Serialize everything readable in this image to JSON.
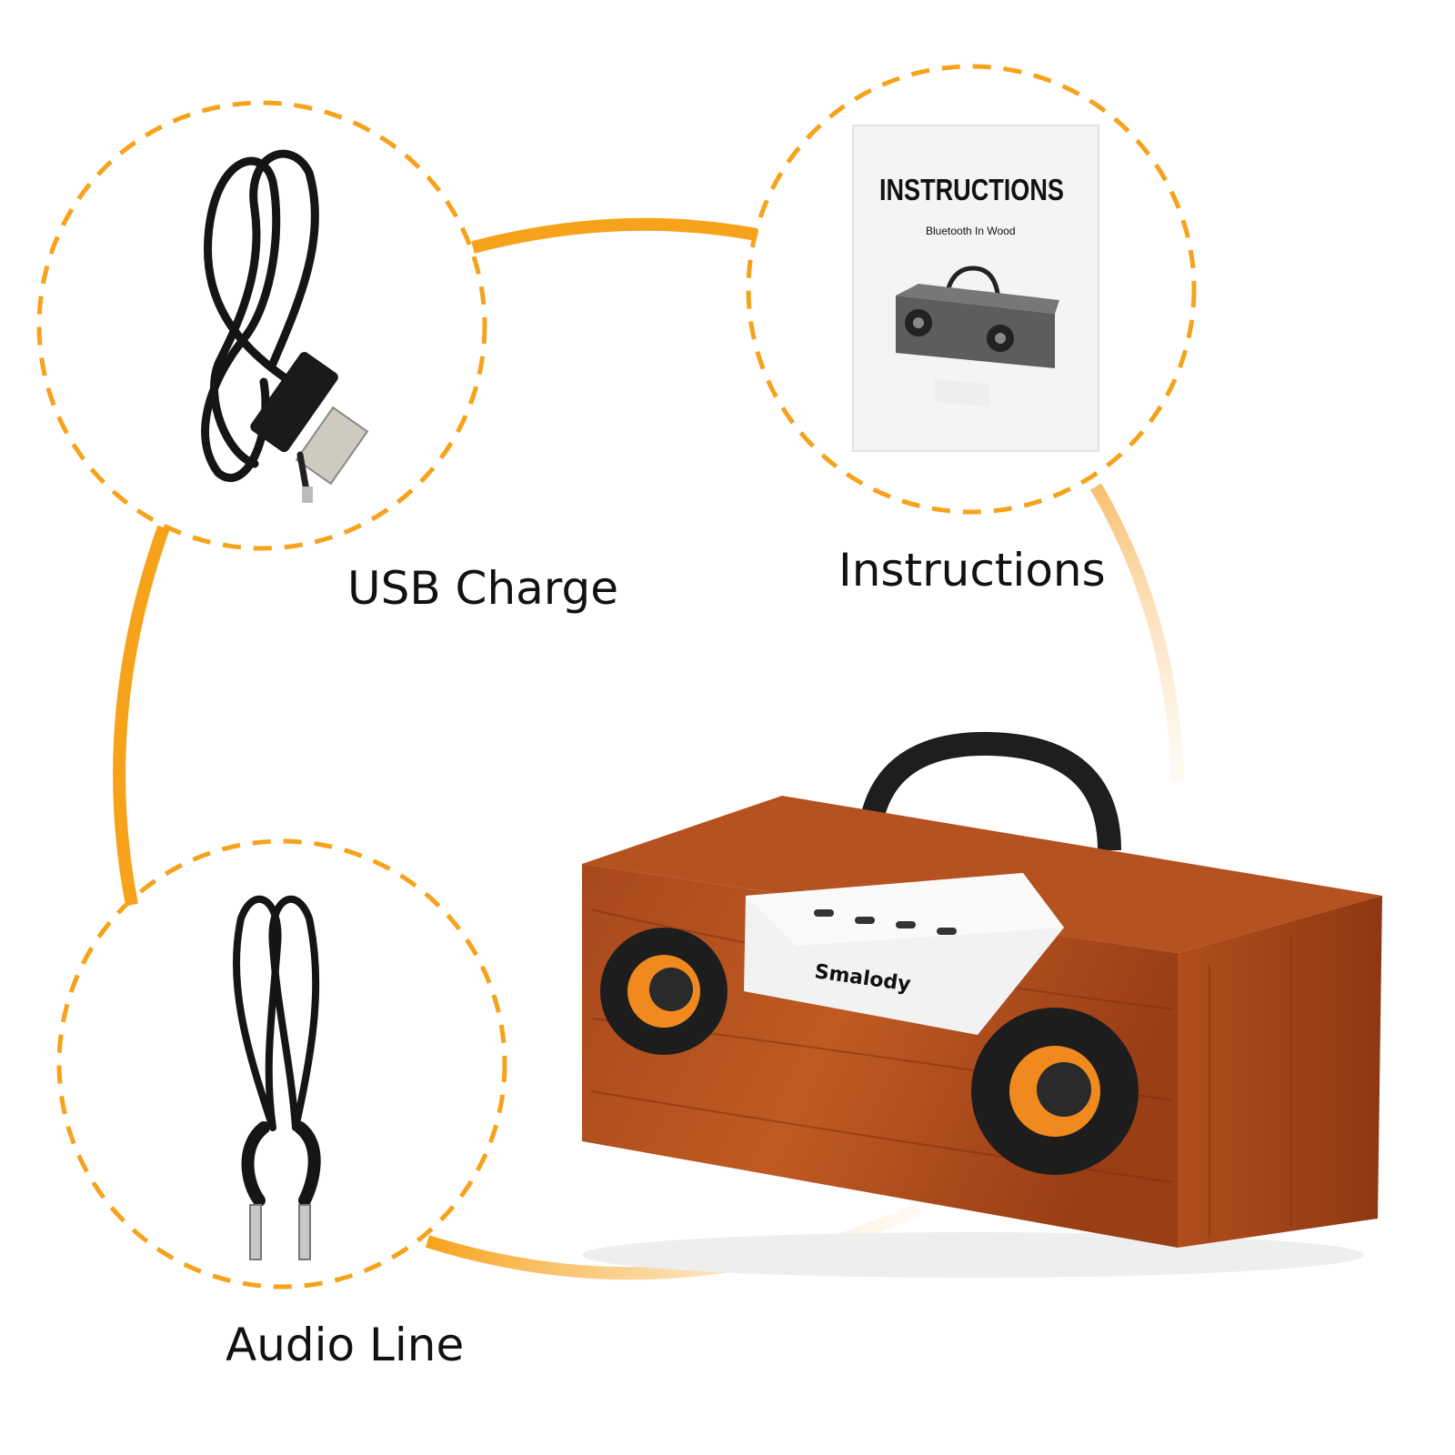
{
  "accent_color": "#f7a21b",
  "items": [
    {
      "label": "USB Charge",
      "icon": "usb-cable-icon"
    },
    {
      "label": "Instructions",
      "icon": "manual-icon"
    },
    {
      "label": "Audio Line",
      "icon": "aux-cable-icon"
    }
  ],
  "manual": {
    "title": "INSTRUCTIONS",
    "subtitle": "Bluetooth In Wood"
  },
  "product": {
    "brand": "Smalody"
  }
}
